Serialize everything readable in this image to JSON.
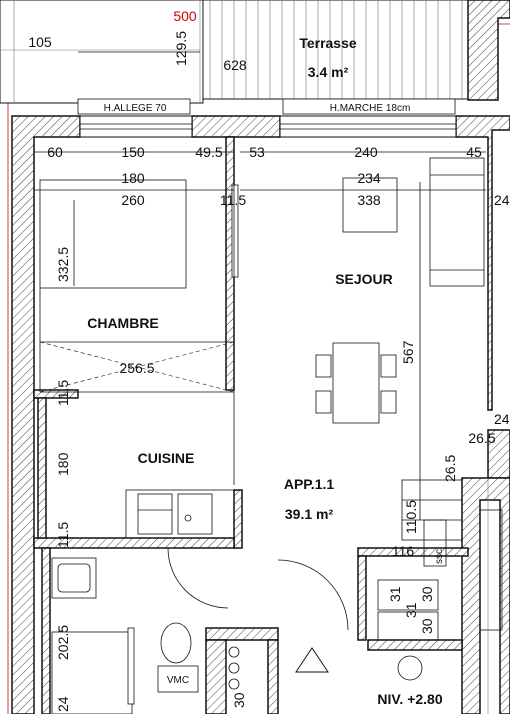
{
  "rooms": {
    "terrasse": "Terrasse",
    "terrasse_area": "3.4 m²",
    "chambre": "CHAMBRE",
    "sejour": "SEJOUR",
    "cuisine": "CUISINE",
    "appartement": "APP.1.1",
    "appartement_area": "39.1 m²"
  },
  "labels": {
    "allege": "H.ALLEGE 70",
    "marche": "H.MARCHE 18cm",
    "vmc": "VMC",
    "ssc": "ssc",
    "niveau": "NIV. +2.80"
  },
  "dimensions": {
    "top_500": "500",
    "d105": "105",
    "d129_5": "129.5",
    "d628": "628",
    "d60": "60",
    "d150": "150",
    "d49_5": "49.5",
    "d53": "53",
    "d240": "240",
    "d45": "45",
    "d180": "180",
    "d260": "260",
    "d11_5a": "11.5",
    "d234": "234",
    "d338": "338",
    "d24a": "24",
    "d332_5": "332.5",
    "d256_5": "256.5",
    "d567": "567",
    "d11_5b": "11.5",
    "d180v": "180",
    "d24b": "24",
    "d26_5a": "26.5",
    "d26_5b": "26.5",
    "d110_5": "110.5",
    "d11_5c": "11.5",
    "d116": "116",
    "d31a": "31",
    "d30a": "30",
    "d31b": "31",
    "d30b": "30",
    "d202_5": "202.5",
    "d24c": "24",
    "d30c": "30"
  }
}
